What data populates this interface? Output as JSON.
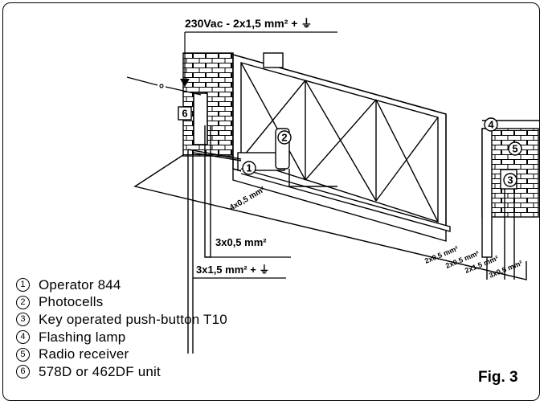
{
  "power_label": "230Vac - 2x1,5 mm² + ⏚",
  "cables": {
    "operator": "4x0,5 mm²",
    "photocell": "3x0,5 mm²",
    "mains": "3x1,5 mm² + ⏚",
    "c1": "2x0,5 mm²",
    "c2": "2x0,5 mm²",
    "c3": "2x1,5 mm²",
    "c4": "3x0,5 mm²"
  },
  "callouts": {
    "n1": "1",
    "n2": "2",
    "n3": "3",
    "n4": "4",
    "n5": "5",
    "n6": "6"
  },
  "legend": [
    {
      "num": "1",
      "text": "Operator 844"
    },
    {
      "num": "2",
      "text": "Photocells"
    },
    {
      "num": "3",
      "text": "Key operated push-button T10"
    },
    {
      "num": "4",
      "text": "Flashing lamp"
    },
    {
      "num": "5",
      "text": "Radio receiver"
    },
    {
      "num": "6",
      "text": "578D or 462DF unit"
    }
  ],
  "figure_label": "Fig. 3"
}
